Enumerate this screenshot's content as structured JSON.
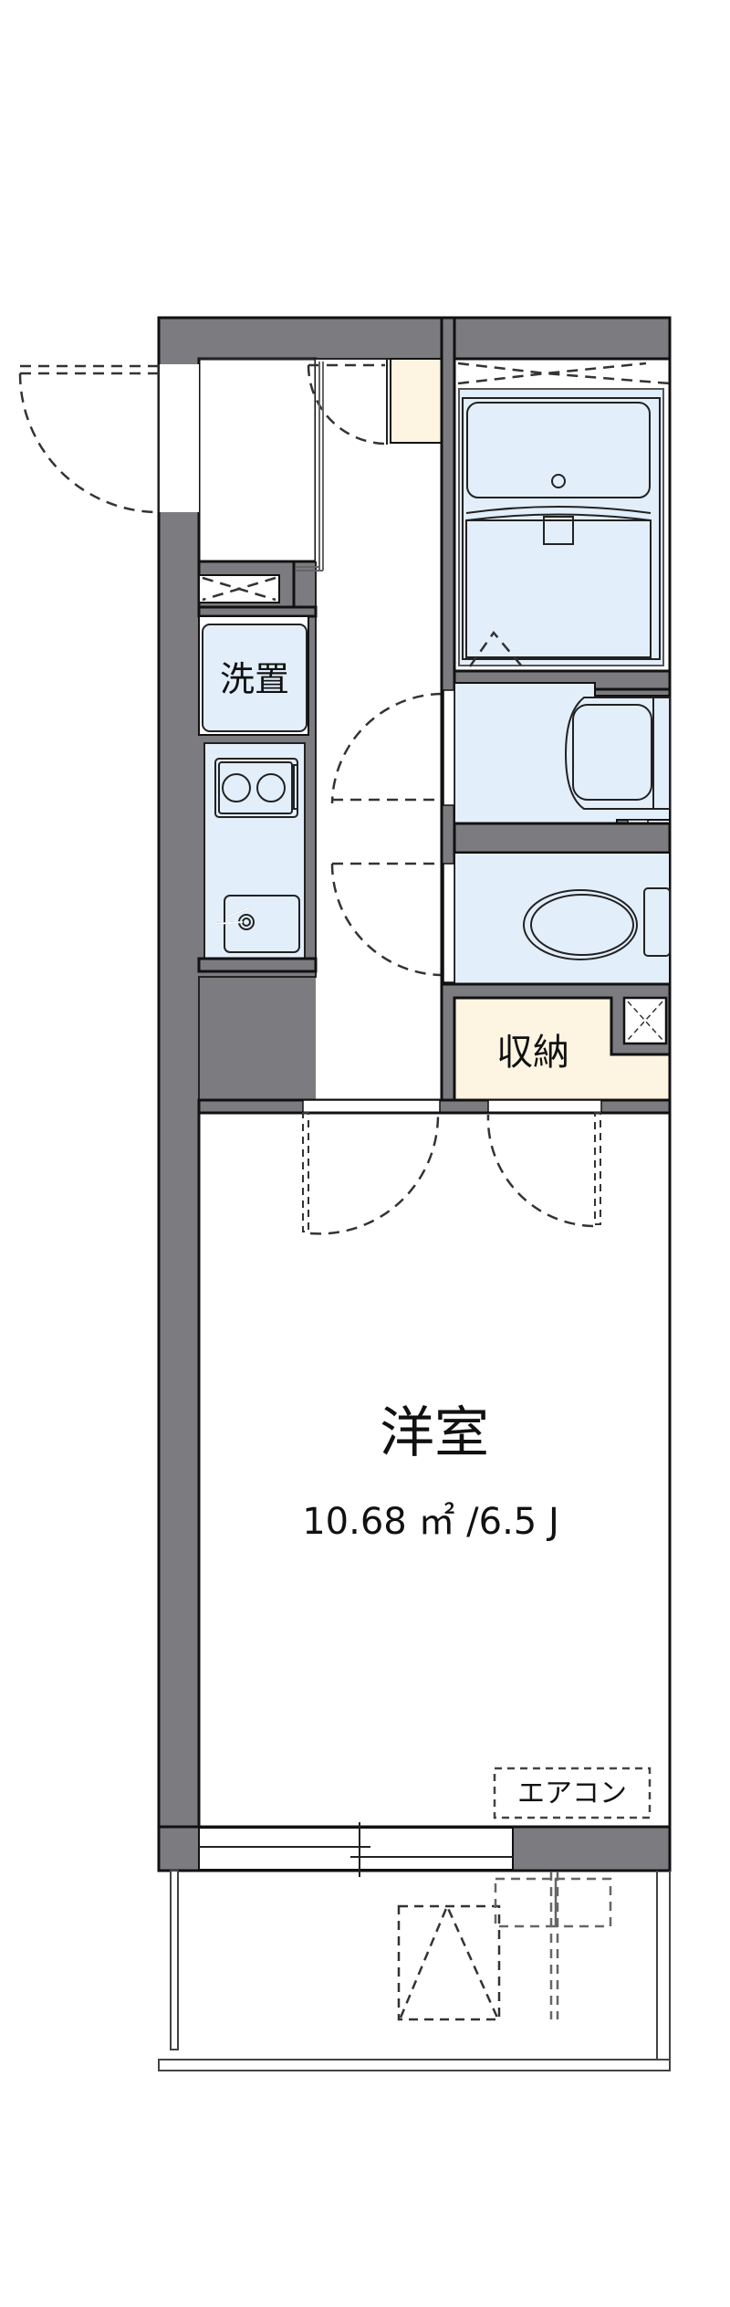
{
  "floor_plan": {
    "rooms": {
      "western_room": {
        "name": "洋室",
        "area": "10.68 ㎡ /6.5 J"
      },
      "storage": {
        "name": "収納"
      },
      "washer_space": {
        "name": "洗置"
      },
      "air_conditioner": {
        "name": "エアコン"
      }
    },
    "colors": {
      "wall": "#7c7b80",
      "wet_area": "#e3eefb",
      "storage": "#fdf4e1",
      "floor": "#ffffff",
      "line": "#111111"
    }
  }
}
